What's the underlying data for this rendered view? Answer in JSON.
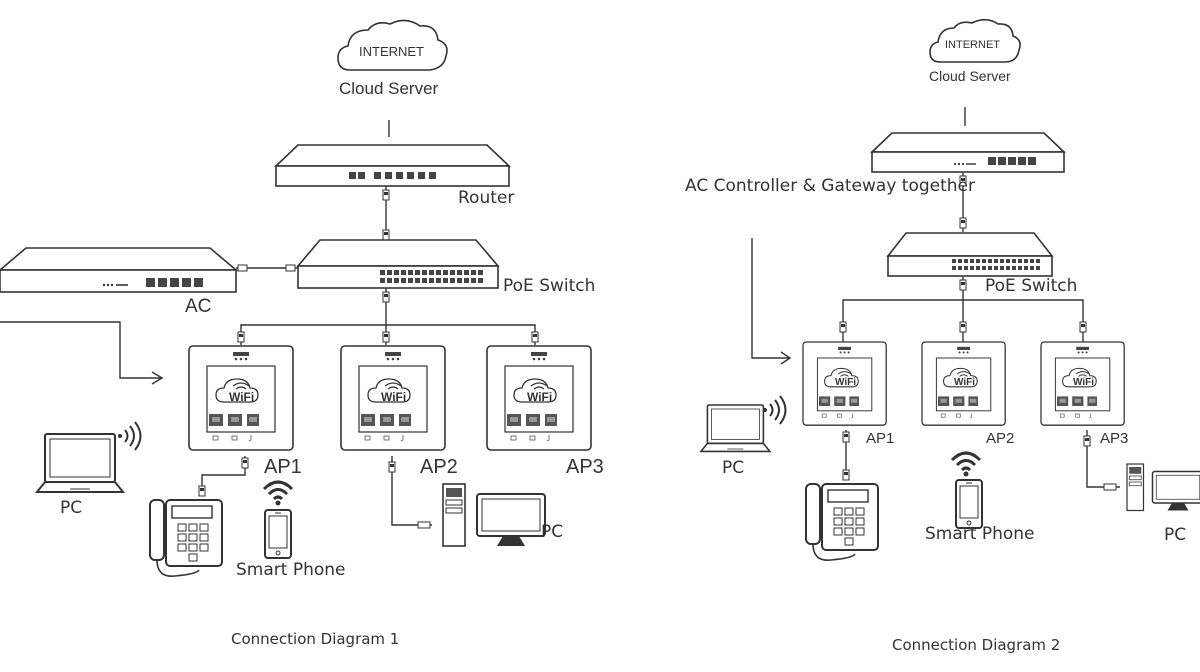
{
  "diagram1": {
    "internet": "INTERNET",
    "cloud_server": "Cloud Server",
    "router": "Router",
    "ac": "AC",
    "poe_switch": "PoE Switch",
    "ap1": "AP1",
    "ap2": "AP2",
    "ap3": "AP3",
    "wifi_badge": "WiFi",
    "pc_left": "PC",
    "pc_right": "PC",
    "smart_phone": "Smart Phone",
    "caption": "Connection Diagram 1"
  },
  "diagram2": {
    "internet": "INTERNET",
    "cloud_server": "Cloud Server",
    "gateway": "AC Controller & Gateway together",
    "poe_switch": "PoE Switch",
    "ap1": "AP1",
    "ap2": "AP2",
    "ap3": "AP3",
    "wifi_badge": "WiFi",
    "pc_left": "PC",
    "pc_right": "PC",
    "smart_phone": "Smart Phone",
    "caption": "Connection Diagram 2"
  }
}
